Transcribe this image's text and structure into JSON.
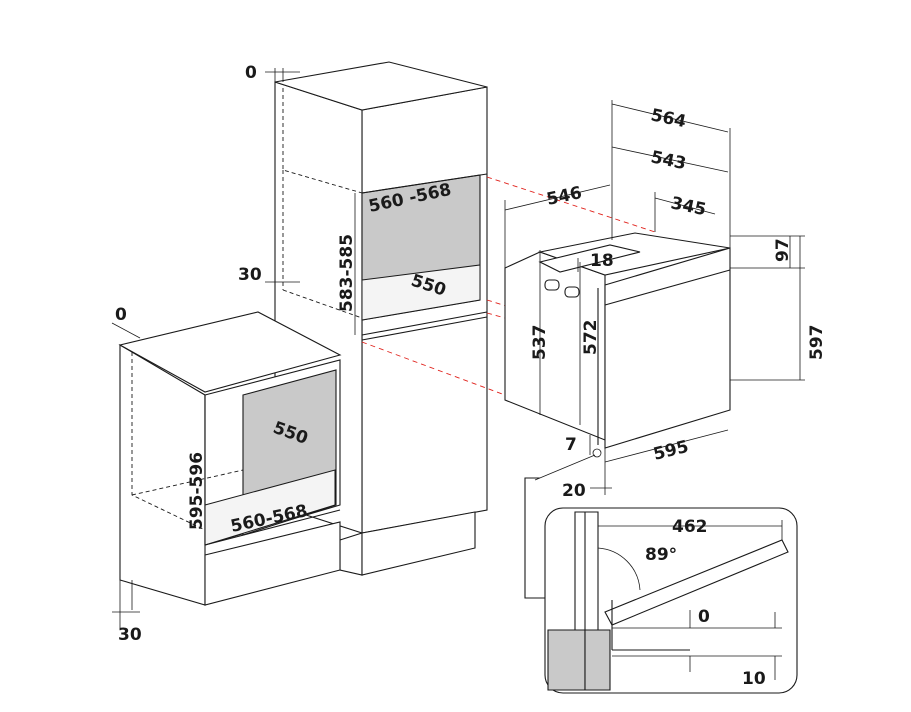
{
  "colors": {
    "line": "#1a1a1a",
    "cavity": "#c9c9c9",
    "projection": "#e0201a",
    "background": "#ffffff"
  },
  "dimensions": {
    "tall_top_gap": "0",
    "tall_side_gap": "30",
    "tall_niche_width": "560 -568",
    "tall_niche_height": "583-585",
    "tall_niche_depth": "550",
    "under_top_gap": "0",
    "under_niche_depth": "550",
    "under_niche_height": "595-596",
    "under_niche_width": "560-568",
    "under_bottom_gap": "30",
    "oven_total_depth": "564",
    "oven_body_depth": "543",
    "oven_side_depth": "546",
    "oven_rear_depth": "345",
    "oven_top_offset": "18",
    "oven_top_band": "97",
    "oven_total_height": "597",
    "oven_body_height": "537",
    "oven_front_height": "572",
    "oven_bottom_gap": "7",
    "oven_width": "595",
    "oven_front_depth": "20",
    "door_clearance": "462",
    "door_angle": "89°",
    "door_gap_top": "0",
    "door_gap_bottom": "10"
  }
}
